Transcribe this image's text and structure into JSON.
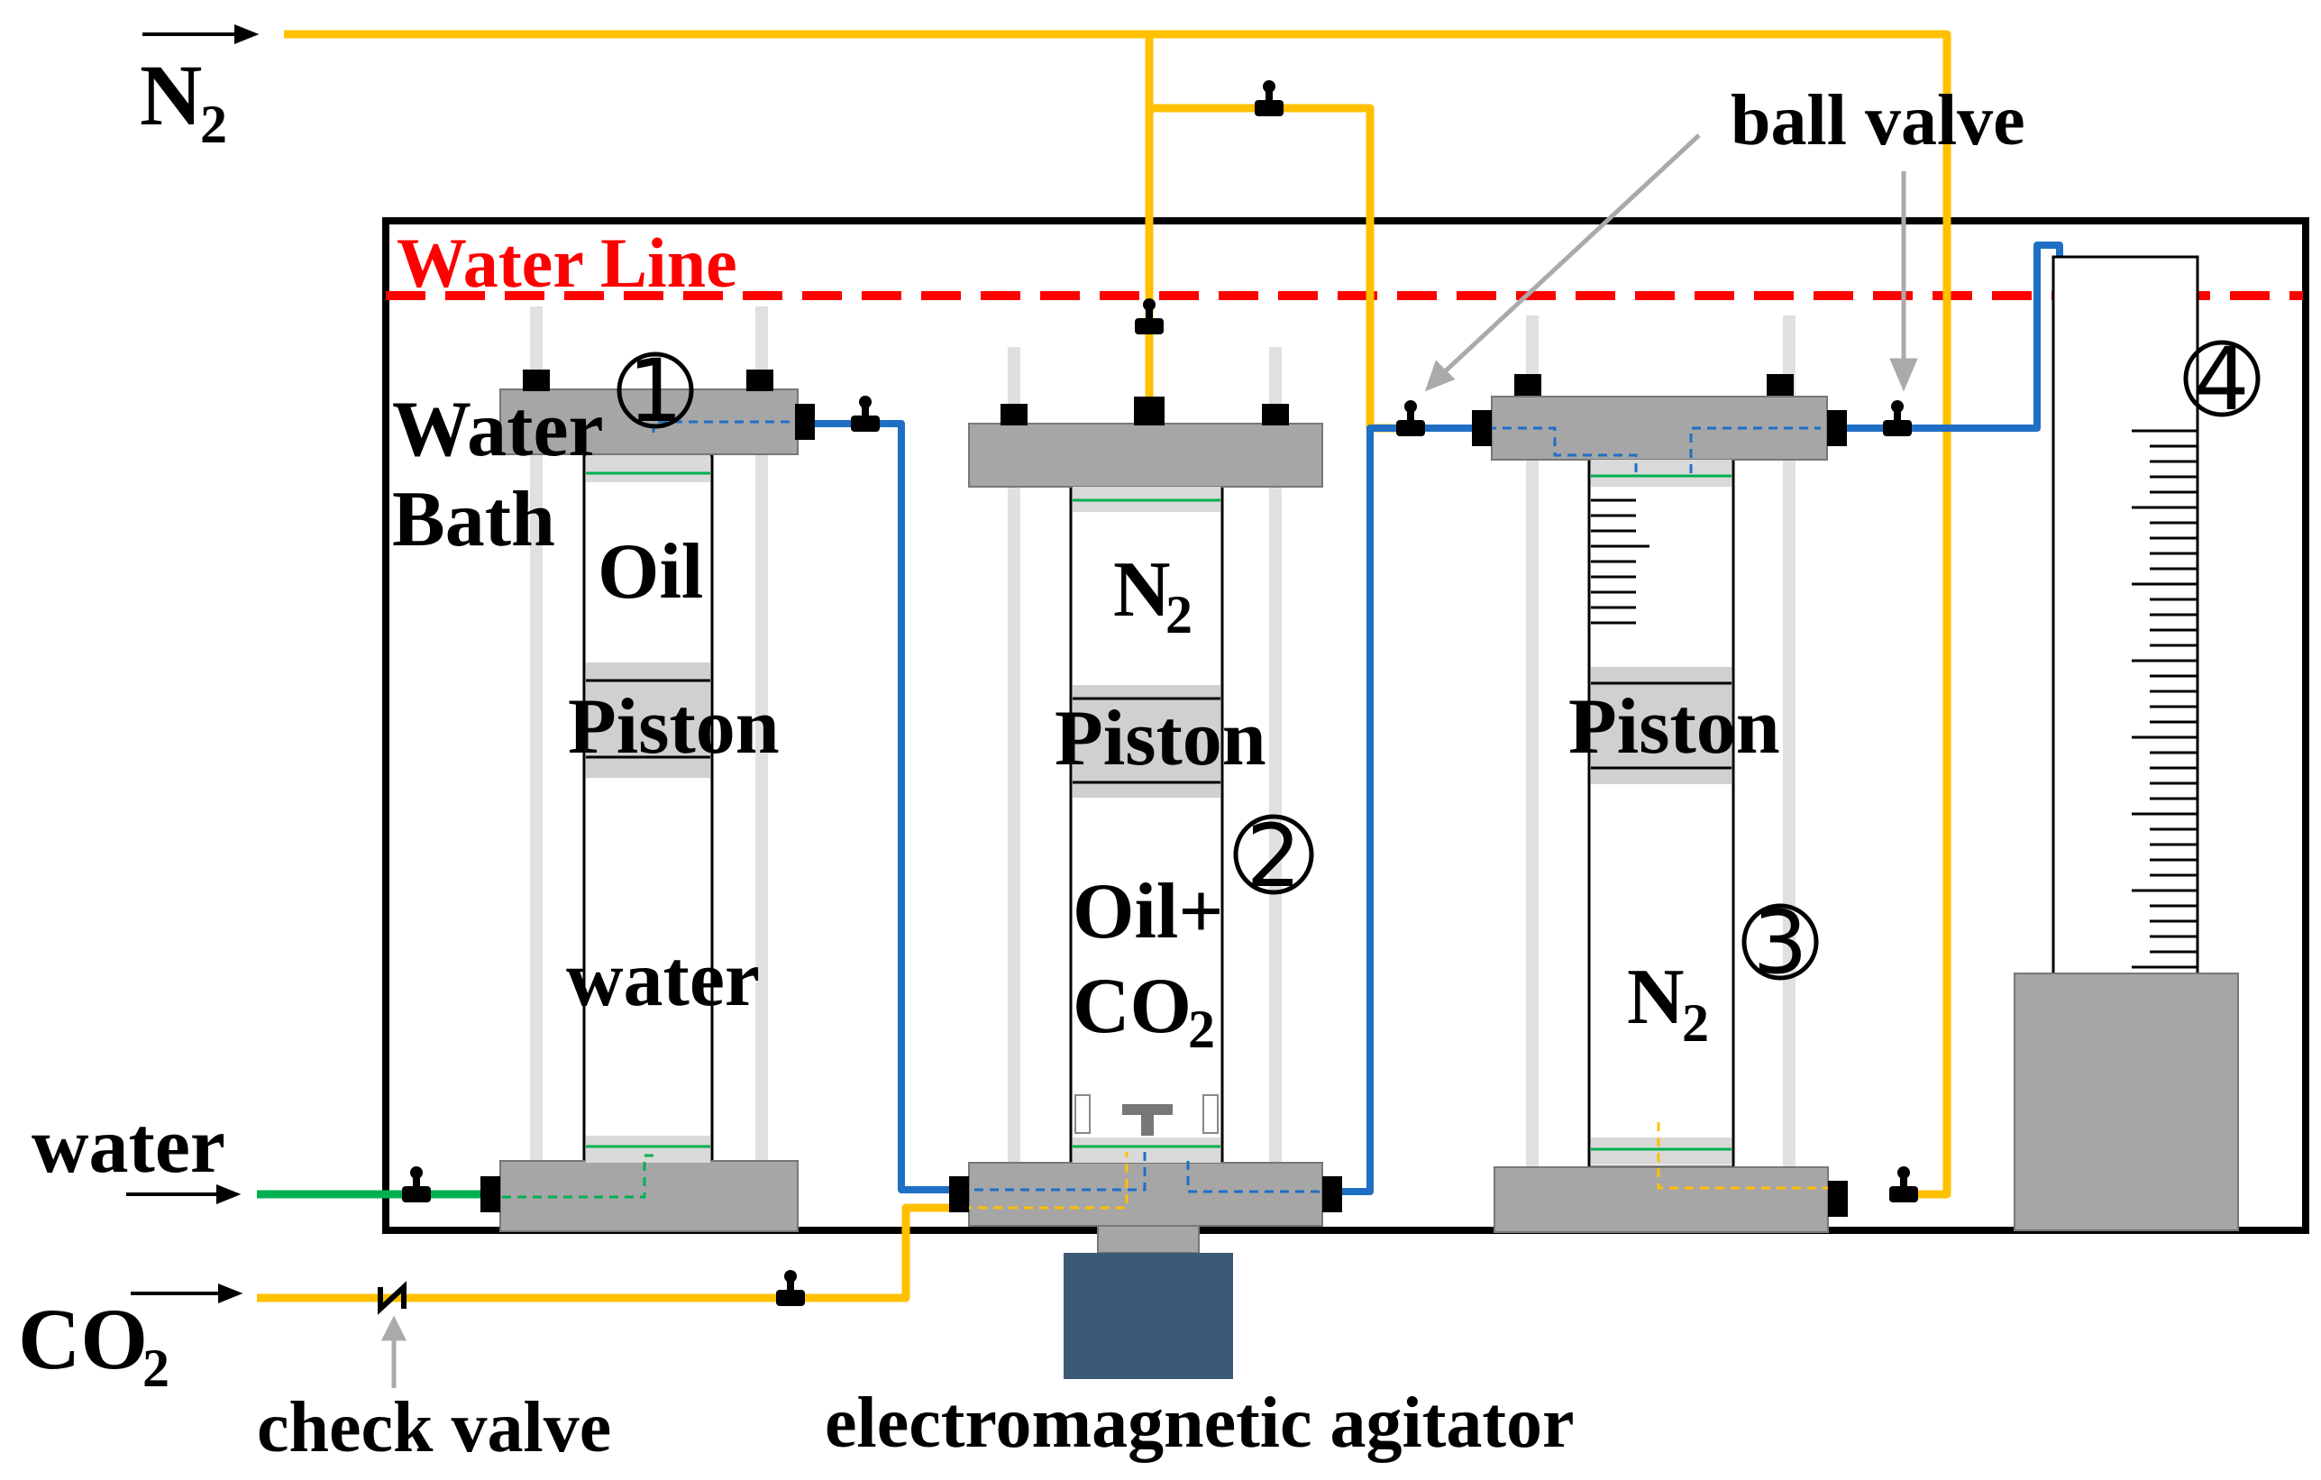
{
  "labels": {
    "n2_inlet": "N",
    "n2_inlet_sub": "2",
    "ball_valve": "ball valve",
    "water_line": "Water Line",
    "water_bath_1": "Water",
    "water_bath_2": "Bath",
    "water_inlet": "water",
    "co2_inlet": "CO",
    "co2_inlet_sub": "2",
    "check_valve": "check valve",
    "agitator": "electromagnetic agitator"
  },
  "vessels": [
    {
      "id": "1",
      "top": "Oil",
      "piston": "Piston",
      "bottom": "water"
    },
    {
      "id": "2",
      "top": "N",
      "top_sub": "2",
      "piston": "Piston",
      "bottom_line1": "Oil+",
      "bottom_line2": "CO",
      "bottom_line2_sub": "2"
    },
    {
      "id": "3",
      "piston": "Piston",
      "bottom": "N",
      "bottom_sub": "2"
    }
  ],
  "cylinder": {
    "id": "4"
  },
  "colors": {
    "n2_co2_line": "#FFC000",
    "water_line_marker": "#FF0000",
    "outlet_line": "#1F6FC5",
    "water_inlet_line": "#00B050",
    "vessel_cap": "#A6A6A6",
    "piston": "#D0D0D0",
    "agitator": "#3C5A78"
  }
}
